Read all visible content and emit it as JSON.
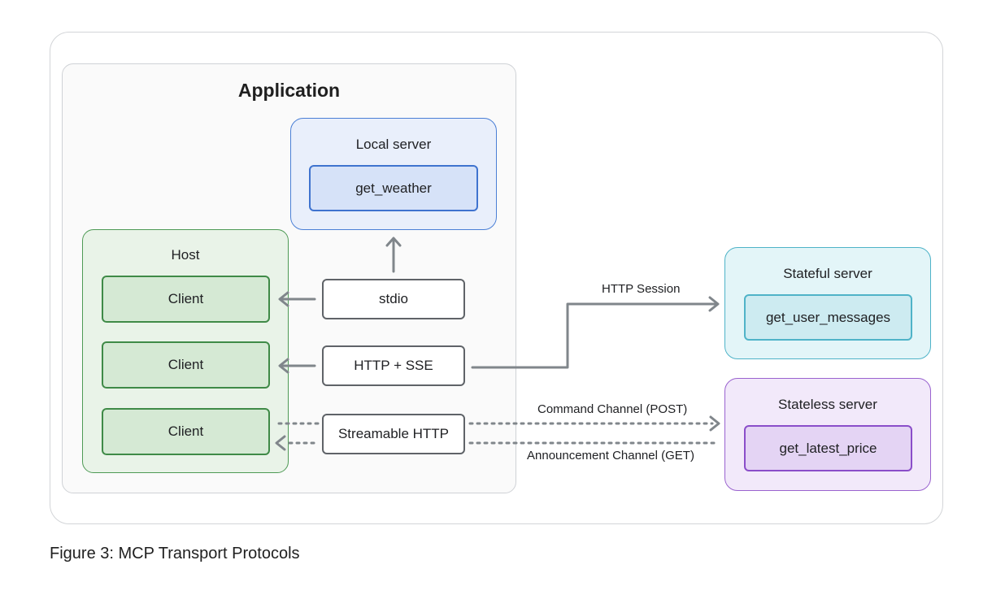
{
  "application": {
    "title": "Application"
  },
  "local_server": {
    "label": "Local server",
    "tool": "get_weather"
  },
  "host": {
    "label": "Host",
    "clients": [
      "Client",
      "Client",
      "Client"
    ]
  },
  "transports": {
    "stdio": "stdio",
    "http_sse": "HTTP + SSE",
    "streamable_http": "Streamable HTTP"
  },
  "stateful_server": {
    "label": "Stateful server",
    "tool": "get_user_messages"
  },
  "stateless_server": {
    "label": "Stateless server",
    "tool": "get_latest_price"
  },
  "edges": {
    "http_session": "HTTP Session",
    "command_channel": "Command Channel (POST)",
    "announcement_channel": "Announcement Channel (GET)"
  },
  "caption": "Figure 3: MCP Transport Protocols"
}
